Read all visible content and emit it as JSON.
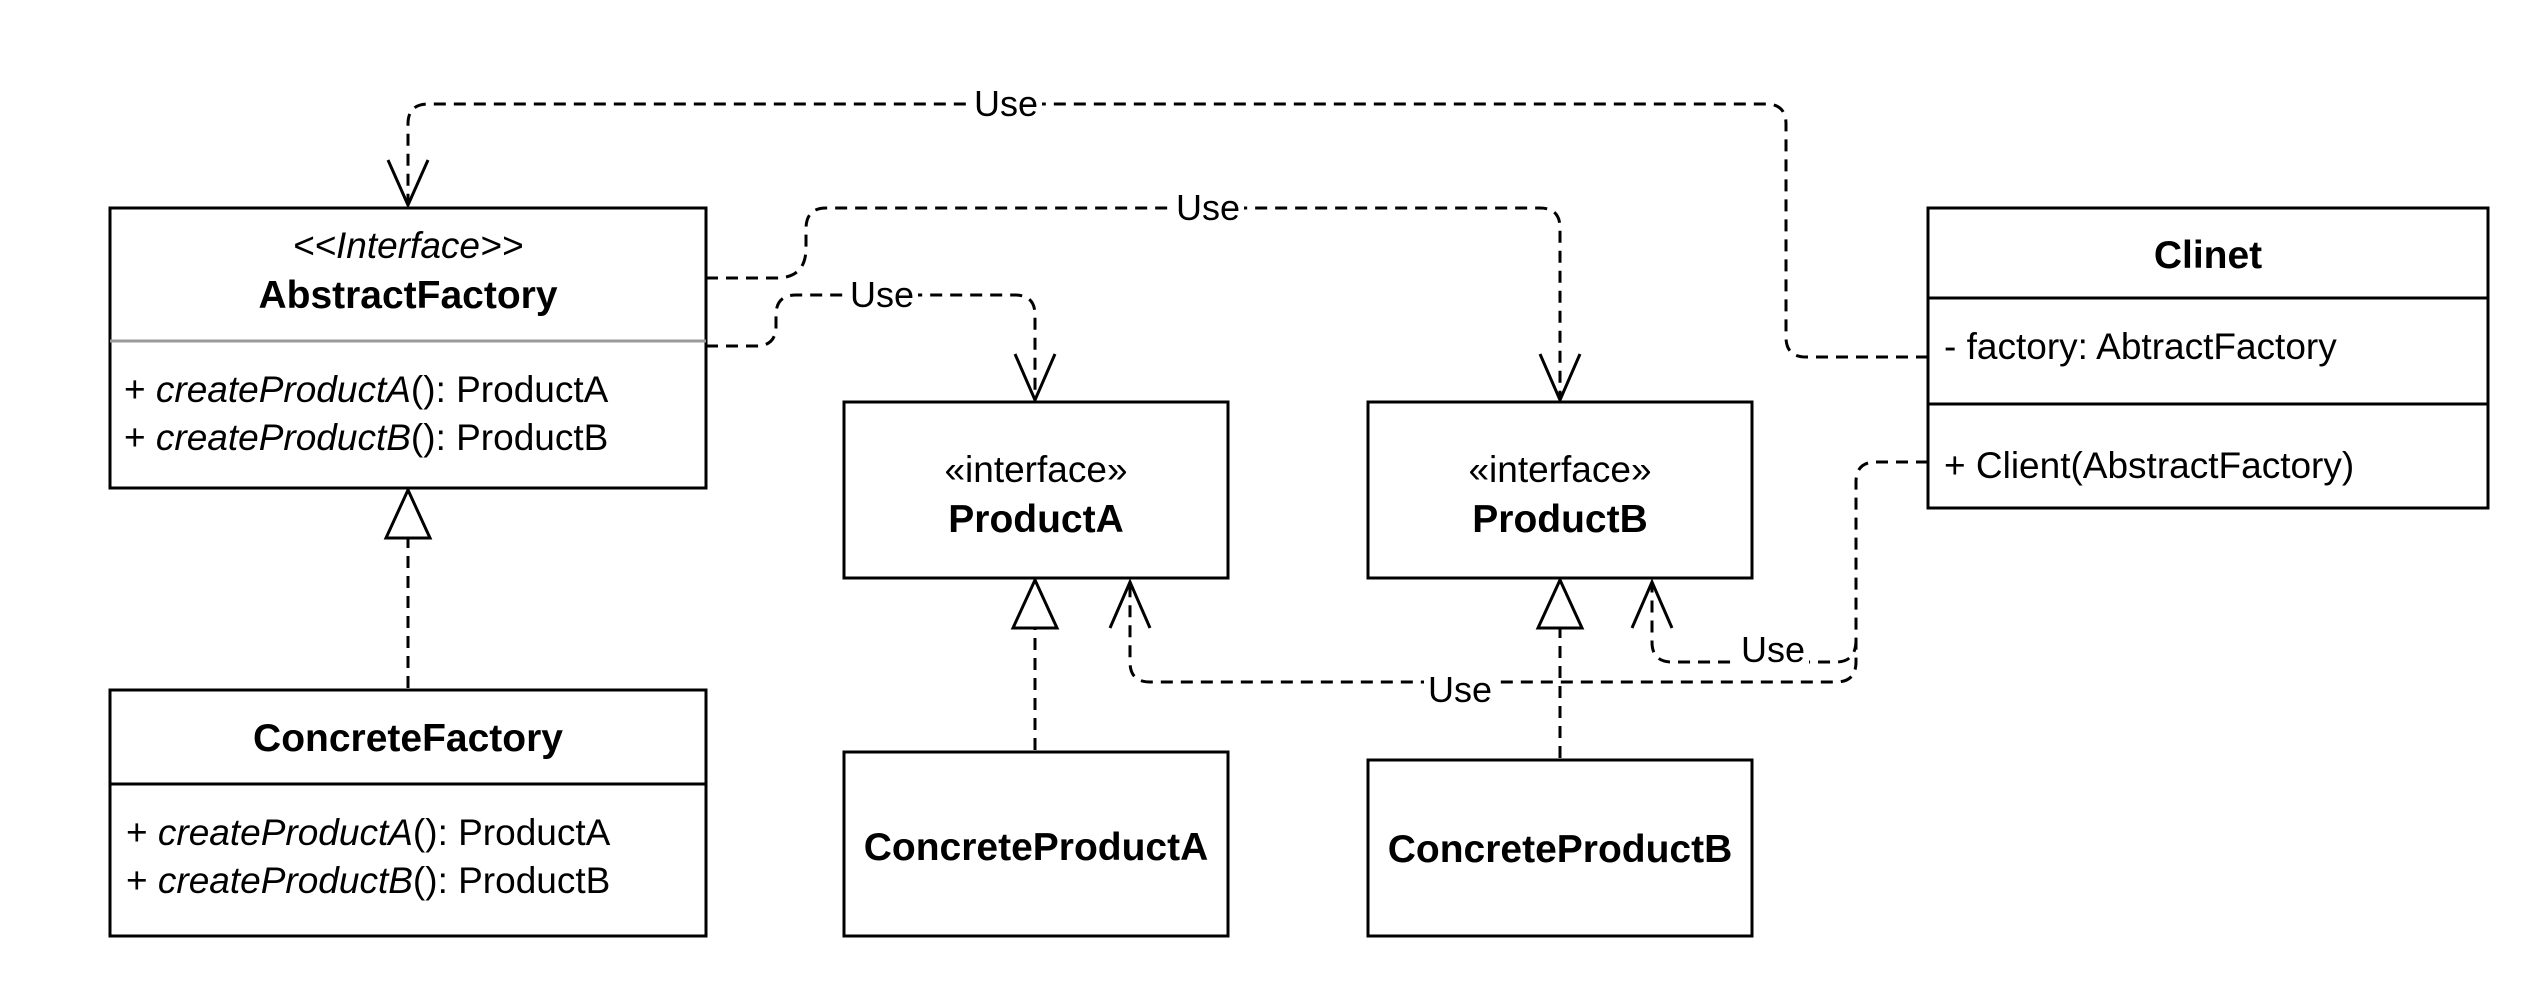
{
  "colors": {
    "stroke": "#000000",
    "fill": "#ffffff",
    "divider_light": "#9a9a9a"
  },
  "abstract_factory": {
    "stereotype": "<<Interface>>",
    "name": "AbstractFactory",
    "methods": [
      {
        "prefix": "+ ",
        "name": "createProductA",
        "suffix": "(): ProductA"
      },
      {
        "prefix": "+ ",
        "name": "createProductB",
        "suffix": "(): ProductB"
      }
    ]
  },
  "concrete_factory": {
    "name": "ConcreteFactory",
    "methods": [
      {
        "prefix": "+ ",
        "name": "createProductA",
        "suffix": "(): ProductA"
      },
      {
        "prefix": "+ ",
        "name": "createProductB",
        "suffix": "(): ProductB"
      }
    ]
  },
  "product_a": {
    "stereotype": "«interface»",
    "name": "ProductA"
  },
  "product_b": {
    "stereotype": "«interface»",
    "name": "ProductB"
  },
  "concrete_product_a": {
    "name": "ConcreteProductA"
  },
  "concrete_product_b": {
    "name": "ConcreteProductB"
  },
  "client": {
    "name": "Clinet",
    "attribute": "- factory: AbtractFactory",
    "operation": "+ Client(AbstractFactory)"
  },
  "edges": {
    "use_label": "Use"
  }
}
